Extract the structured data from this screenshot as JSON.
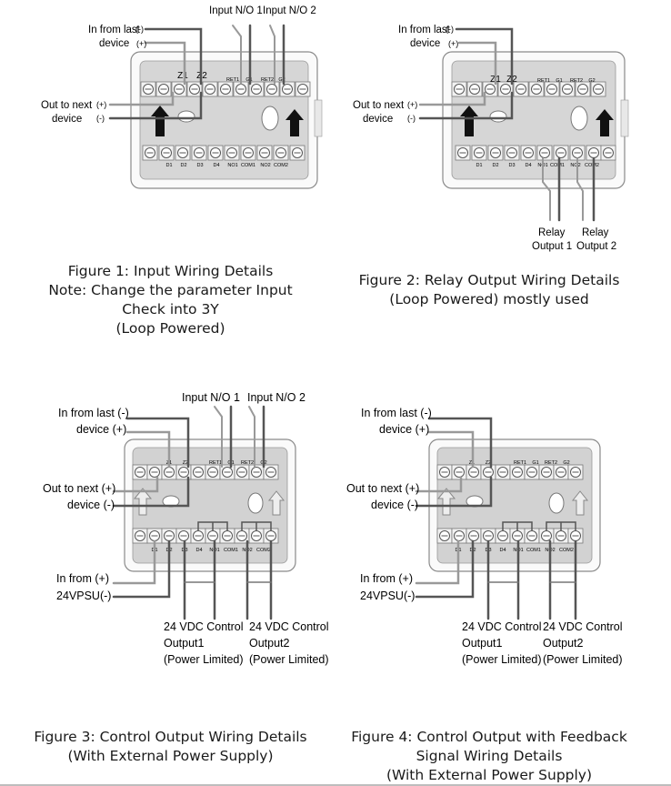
{
  "fig1": {
    "labels": {
      "in_from_last": "In from last",
      "device": "device",
      "neg": "(-)",
      "pos": "(+)",
      "out_to_next": "Out to next",
      "input_no1": "Input N/O 1",
      "input_no2": "Input N/O 2"
    },
    "terminals_top": [
      "Z1",
      "Z2",
      "RET1",
      "G1",
      "RET2",
      "G2"
    ],
    "terminals_bottom": [
      "D1",
      "D2",
      "D3",
      "D4",
      "NO1",
      "COM1",
      "NO2",
      "COM2"
    ],
    "caption": [
      "Figure 1: Input Wiring Details",
      "Note:  Change the parameter Input",
      "Check into 3Y",
      "(Loop Powered)"
    ]
  },
  "fig2": {
    "labels": {
      "in_from_last": "In from last",
      "device": "device",
      "neg": "(-)",
      "pos": "(+)",
      "out_to_next": "Out to next",
      "relay": "Relay",
      "relay_output1": "Output 1",
      "relay_output2": "Output 2"
    },
    "terminals_top": [
      "Z1",
      "Z2",
      "RET1",
      "G1",
      "RET2",
      "G2"
    ],
    "terminals_bottom": [
      "D1",
      "D2",
      "D3",
      "D4",
      "NO1",
      "COM1",
      "NO2",
      "COM2"
    ],
    "caption": [
      "Figure 2: Relay Output Wiring Details",
      "(Loop Powered) mostly used"
    ]
  },
  "fig3": {
    "labels": {
      "in_from_last": "In from last (-)",
      "device": "device (+)",
      "out_to_next": "Out to next (+)",
      "device_neg": "device (-)",
      "input_no1": "Input N/O 1",
      "input_no2": "Input N/O 2",
      "in_from_pos": "In from (+)",
      "psu": "24VPSU(-)",
      "out1_a": "24 VDC Control",
      "out1_b": "Output1",
      "out1_c": "(Power Limited)",
      "out2_a": "24 VDC Control",
      "out2_b": "Output2",
      "out2_c": "(Power Limited)"
    },
    "terminals_top": [
      "Z1",
      "Z2",
      "RET1",
      "G1",
      "RET2",
      "G2"
    ],
    "terminals_bottom": [
      "D1",
      "D2",
      "D3",
      "D4",
      "NO1",
      "COM1",
      "NO2",
      "COM2"
    ],
    "caption": [
      "Figure 3: Control Output Wiring Details",
      "(With External Power Supply)"
    ]
  },
  "fig4": {
    "labels": {
      "in_from_last": "In from last (-)",
      "device": "device (+)",
      "out_to_next": "Out to next (+)",
      "device_neg": "device (-)",
      "in_from_pos": "In from (+)",
      "psu": "24VPSU(-)",
      "out1_a": "24 VDC Control",
      "out1_b": "Output1",
      "out1_c": "(Power Limited)",
      "out2_a": "24 VDC Control",
      "out2_b": "Output2",
      "out2_c": "(Power Limited)"
    },
    "terminals_top": [
      "Z1",
      "Z2",
      "RET1",
      "G1",
      "RET2",
      "G2"
    ],
    "terminals_bottom": [
      "D1",
      "D2",
      "D3",
      "D4",
      "NO1",
      "COM1",
      "NO2",
      "COM2"
    ],
    "caption": [
      "Figure 4: Control Output with Feedback",
      "Signal Wiring Details",
      "(With External Power Supply)"
    ]
  }
}
